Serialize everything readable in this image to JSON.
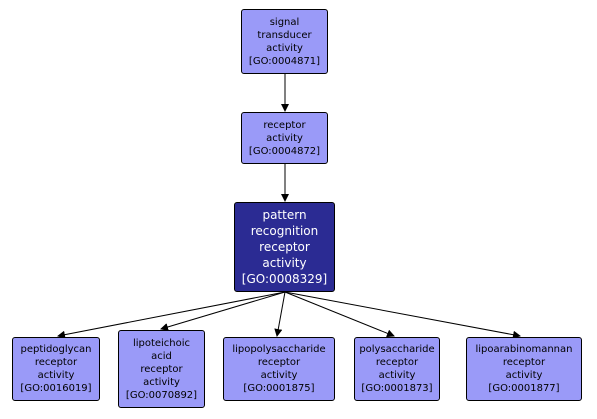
{
  "diagram": {
    "colors": {
      "node_fill": "#9a9af8",
      "focus_fill": "#2b2b93",
      "focus_text": "#ffffff",
      "border": "#000000",
      "edge": "#000000"
    },
    "nodes": {
      "signal_transducer": {
        "lines": [
          "signal",
          "transducer",
          "activity",
          "[GO:0004871]"
        ]
      },
      "receptor": {
        "lines": [
          "receptor",
          "activity",
          "[GO:0004872]"
        ]
      },
      "pattern_recognition": {
        "lines": [
          "pattern",
          "recognition",
          "receptor",
          "activity",
          "[GO:0008329]"
        ]
      },
      "peptidoglycan": {
        "lines": [
          "peptidoglycan",
          "receptor",
          "activity",
          "[GO:0016019]"
        ]
      },
      "lipoteichoic": {
        "lines": [
          "lipoteichoic",
          "acid",
          "receptor",
          "activity",
          "[GO:0070892]"
        ]
      },
      "lipopolysaccharide": {
        "lines": [
          "lipopolysaccharide",
          "receptor",
          "activity",
          "[GO:0001875]"
        ]
      },
      "polysaccharide": {
        "lines": [
          "polysaccharide",
          "receptor",
          "activity",
          "[GO:0001873]"
        ]
      },
      "lipoarabinomannan": {
        "lines": [
          "lipoarabinomannan",
          "receptor",
          "activity",
          "[GO:0001877]"
        ]
      }
    }
  }
}
